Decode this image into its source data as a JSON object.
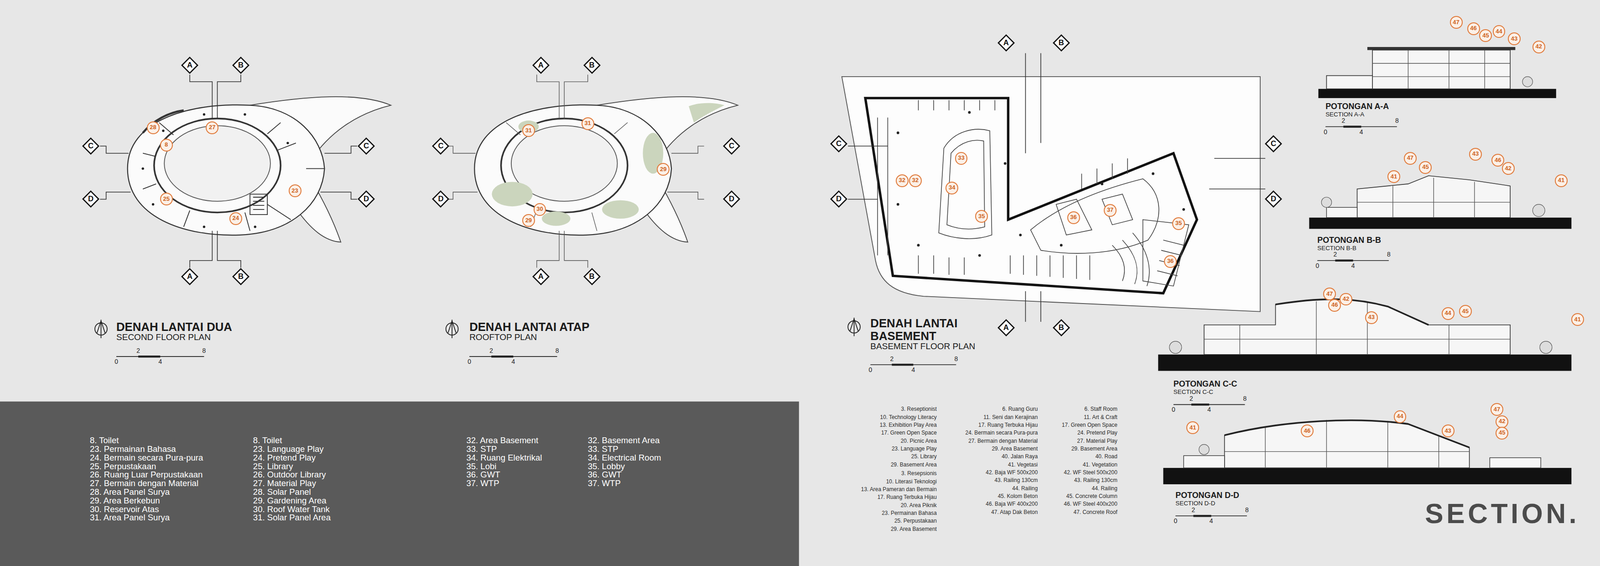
{
  "diagram": {
    "title": "SECTION.",
    "labels": [
      "A",
      "B",
      "C",
      "C",
      "D",
      "D",
      "A",
      "B",
      "28",
      "27",
      "8",
      "23",
      "25",
      "24",
      "DENAH LANTAI DUA",
      "SECOND FLOOR PLAN",
      "0",
      "2",
      "4",
      "8",
      "A",
      "B",
      "C",
      "C",
      "D",
      "D",
      "A",
      "B",
      "31",
      "31",
      "29",
      "30",
      "29",
      "DENAH LANTAI ATAP",
      "ROOFTOP PLAN",
      "0",
      "2",
      "4",
      "8",
      "A",
      "B",
      "C",
      "C",
      "D",
      "D",
      "A",
      "B",
      "33",
      "32",
      "32",
      "34",
      "35",
      "36",
      "37",
      "35",
      "36",
      "DENAH LANTAI BASEMENT",
      "BASEMENT FLOOR PLAN",
      "0",
      "2",
      "4",
      "8",
      "8. Toilet",
      "23. Permainan Bahasa",
      "24. Bermain secara Pura-pura",
      "25. Perpustakaan",
      "26. Ruang Luar Perpustakaan",
      "27. Bermain dengan Material",
      "28. Area Panel Surya",
      "29. Area Berkebun",
      "30. Reservoir Atas",
      "31. Area Panel Surya",
      "8. Toilet",
      "23. Language Play",
      "24. Pretend Play",
      "25. Library",
      "26. Outdoor Library",
      "27. Material Play",
      "28. Solar Panel",
      "29. Gardening Area",
      "30. Roof Water Tank",
      "31. Solar Panel Area",
      "32. Area Basement",
      "33. STP",
      "34. Ruang Elektrikal",
      "35. Lobi",
      "36. GWT",
      "37. WTP",
      "32. Basement Area",
      "33. STP",
      "34. Electrical Room",
      "35. Lobby",
      "36. GWT",
      "37. WTP",
      "3. Reseptionist",
      "10. Technology Literacy",
      "13. Exhibition Play Area",
      "17. Green Open Space",
      "20. Picnic Area",
      "23. Language Play",
      "25. Library",
      "29. Basement Area",
      "3. Resepsionis",
      "10. Literasi Teknologi",
      "13. Area Pameran dan Bermain",
      "17. Ruang Terbuka Hijau",
      "20. Area Piknik",
      "23. Permainan Bahasa",
      "25. Perpustakaan",
      "29. Area Basement",
      "6. Ruang Guru",
      "11. Seni dan Kerajinan",
      "17. Ruang Terbuka Hijau",
      "24. Bermain secara Pura-pura",
      "27. Bermain dengan Material",
      "29. Area Basement",
      "40. Jalan Raya",
      "41. Vegetasi",
      "42. Baja WF 500x200",
      "43. Railing 130cm",
      "44. Railing",
      "45. Kolom Beton",
      "46. Baja WF 400x200",
      "47. Atap Dak Beton",
      "6. Staff Room",
      "11. Art & Craft",
      "17. Green Open Space",
      "24. Pretend Play",
      "27. Material Play",
      "29. Basement Area",
      "40. Road",
      "41. Vegetation",
      "42. WF Steel 500x200",
      "43. Railing 130cm",
      "44. Railing",
      "45. Concrete Column",
      "46. WF Steel 400x200",
      "47. Concrete Roof",
      "47",
      "46",
      "45",
      "44",
      "43",
      "42",
      "POTONGAN A-A",
      "SECTION A-A",
      "0",
      "2",
      "4",
      "8",
      "47",
      "45",
      "43",
      "46",
      "42",
      "41",
      "41",
      "POTONGAN B-B",
      "SECTION B-B",
      "0",
      "2",
      "4",
      "8",
      "47",
      "46",
      "42",
      "43",
      "44",
      "45",
      "41",
      "POTONGAN C-C",
      "SECTION C-C",
      "0",
      "2",
      "4",
      "8",
      "41",
      "46",
      "44",
      "43",
      "47",
      "42",
      "45",
      "POTONGAN D-D",
      "SECTION D-D",
      "0",
      "2",
      "4",
      "8"
    ]
  }
}
